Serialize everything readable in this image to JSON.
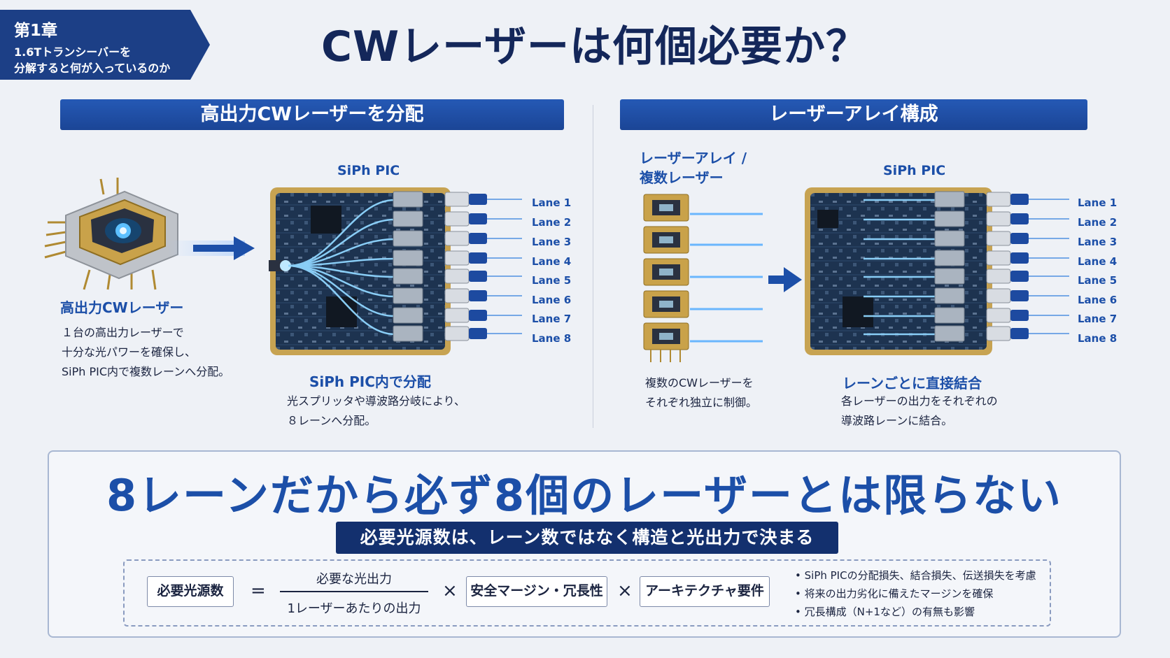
{
  "chapter": {
    "number": "第1章",
    "subtitle_line1": "1.6Tトランシーバーを",
    "subtitle_line2": "分解すると何が入っているのか"
  },
  "title": "CWレーザーは何個必要か？",
  "left": {
    "bar_label": "高出力CWレーザーを分配",
    "pic_label": "SiPh PIC",
    "laser_heading": "高出力CWレーザー",
    "laser_desc": [
      "１台の高出力レーザーで",
      "十分な光パワーを確保し、",
      "SiPh PIC内で複数レーンへ分配。"
    ],
    "pic_heading": "SiPh PIC内で分配",
    "pic_desc": [
      "光スプリッタや導波路分岐により、",
      "８レーンへ分配。"
    ],
    "lanes": [
      "Lane 1",
      "Lane 2",
      "Lane 3",
      "Lane 4",
      "Lane 5",
      "Lane 6",
      "Lane 7",
      "Lane 8"
    ]
  },
  "right": {
    "bar_label": "レーザーアレイ構成",
    "array_label_line1": "レーザーアレイ /",
    "array_label_line2": "複数レーザー",
    "pic_label": "SiPh PIC",
    "array_desc": [
      "複数のCWレーザーを",
      "それぞれ独立に制御。"
    ],
    "pic_heading": "レーンごとに直接結合",
    "pic_desc": [
      "各レーザーの出力をそれぞれの",
      "導波路レーンに結合。"
    ],
    "lanes": [
      "Lane 1",
      "Lane 2",
      "Lane 3",
      "Lane 4",
      "Lane 5",
      "Lane 6",
      "Lane 7",
      "Lane 8"
    ]
  },
  "bottom": {
    "headline": "8レーンだから必ず8個のレーザーとは限らない",
    "banner": "必要光源数は、レーン数ではなく構造と光出力で決まる",
    "formula": {
      "lhs": "必要光源数",
      "equals": "=",
      "numerator": "必要な光出力",
      "denominator": "1レーザーあたりの出力",
      "times1": "×",
      "factor1": "安全マージン・冗長性",
      "times2": "×",
      "factor2": "アーキテクチャ要件"
    },
    "notes": [
      "SiPh PICの分配損失、結合損失、伝送損失を考慮",
      "将来の出力劣化に備えたマージンを確保",
      "冗長構成（N+1など）の有無も影響"
    ]
  },
  "colors": {
    "navy": "#14275a",
    "accent_blue": "#1c4fa8",
    "bar_blue": "#2559b5",
    "beam": "#4fb4ff"
  },
  "icons": [
    "laser-package-icon",
    "arrow-right-icon",
    "pic-chip-icon",
    "fiber-connector-icon",
    "laser-array-icon"
  ]
}
